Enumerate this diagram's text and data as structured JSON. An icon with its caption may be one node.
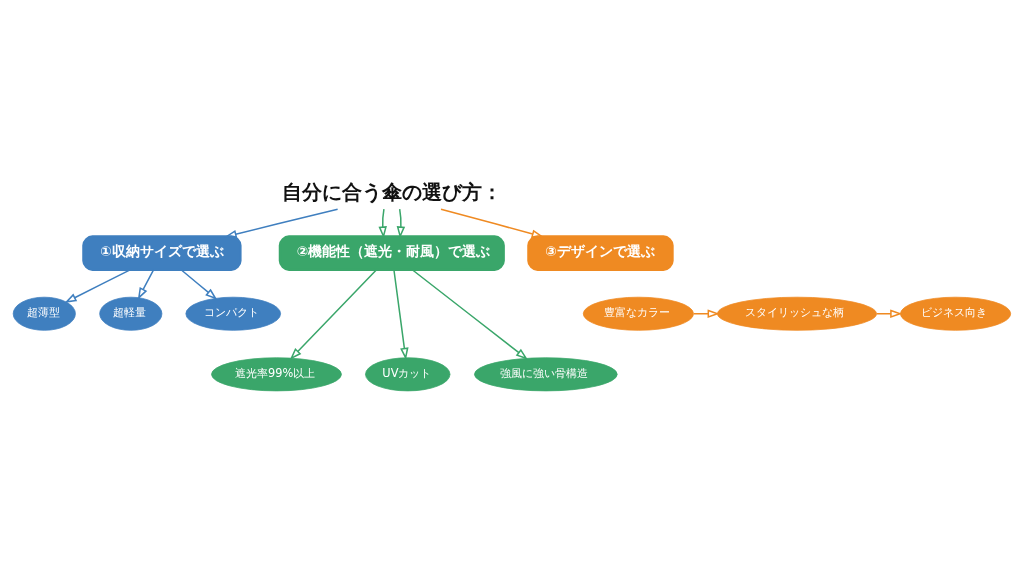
{
  "diagram": {
    "nodes": [
      {
        "text": [
          "①収納サイズで選ぶ"
        ]
      },
      {
        "text": [
          "②機能性（遮光・耐風）で選ぶ"
        ]
      },
      {
        "text": [
          "超薄型"
        ]
      },
      {
        "text": [
          "超軽量"
        ]
      },
      {
        "text": [
          "コンパクト"
        ]
      },
      {
        "text": [
          "自分に合う傘の選び方："
        ]
      },
      {
        "text": [
          "遮光率99%以上"
        ]
      },
      {
        "text": [
          "UVカット"
        ]
      },
      {
        "text": [
          "強風に強い骨構造"
        ]
      },
      {
        "text": [
          "③デザインで選ぶ"
        ]
      },
      {
        "text": [
          "豊富なカラー"
        ]
      },
      {
        "text": [
          "スタイリッシュな柄"
        ]
      },
      {
        "text": [
          "ビジネス向き"
        ]
      }
    ],
    "edges": [
      {
        "from": 5,
        "to": 0,
        "arrow": "to",
        "color": "#3f7fbf"
      },
      {
        "from": 5,
        "to": 1,
        "arrow": "to"
      },
      {
        "from": 5,
        "to": 1,
        "arrow": "to"
      },
      {
        "from": 5,
        "to": 9,
        "arrow": "to",
        "color": "#ef8a22"
      },
      {
        "from": 0,
        "to": 2,
        "arrow": "to",
        "color": "#3f7fbf"
      },
      {
        "from": 0,
        "to": 3,
        "arrow": "to",
        "color": "#3f7fbf"
      },
      {
        "from": 0,
        "to": 4,
        "arrow": "to",
        "color": "#3f7fbf"
      },
      {
        "from": 1,
        "to": 6,
        "arrow": "to"
      },
      {
        "from": 1,
        "to": 7,
        "arrow": "to"
      },
      {
        "from": 1,
        "to": 8,
        "arrow": "to"
      },
      {
        "from": 10,
        "to": 11,
        "arrow": "to",
        "color": "#ef8a22"
      },
      {
        "from": 11,
        "to": 12,
        "arrow": "to",
        "color": "#ef8a22"
      }
    ]
  }
}
